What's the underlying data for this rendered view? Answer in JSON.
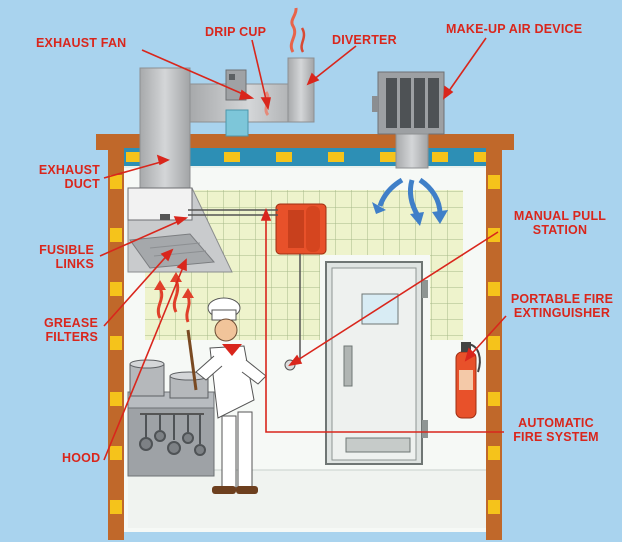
{
  "labels": {
    "exhaust_fan": "EXHAUST FAN",
    "drip_cup": "DRIP CUP",
    "diverter": "DIVERTER",
    "makeup_air": "MAKE-UP AIR DEVICE",
    "exhaust_duct_1": "EXHAUST",
    "exhaust_duct_2": "DUCT",
    "fusible_1": "FUSIBLE",
    "fusible_2": "LINKS",
    "grease_1": "GREASE",
    "grease_2": "FILTERS",
    "hood": "HOOD",
    "manual_pull_1": "MANUAL PULL",
    "manual_pull_2": "STATION",
    "extinguisher_1": "PORTABLE FIRE",
    "extinguisher_2": "EXTINGUISHER",
    "auto_fire_1": "AUTOMATIC",
    "auto_fire_2": "FIRE SYSTEM"
  },
  "colors": {
    "label": "#d9261c",
    "sky": "#a9d3ee",
    "wall_frame": "#c0682a",
    "duct": "#b9bbbd",
    "air_arrow": "#3f7fc8",
    "tile": "#f2f6d2"
  }
}
